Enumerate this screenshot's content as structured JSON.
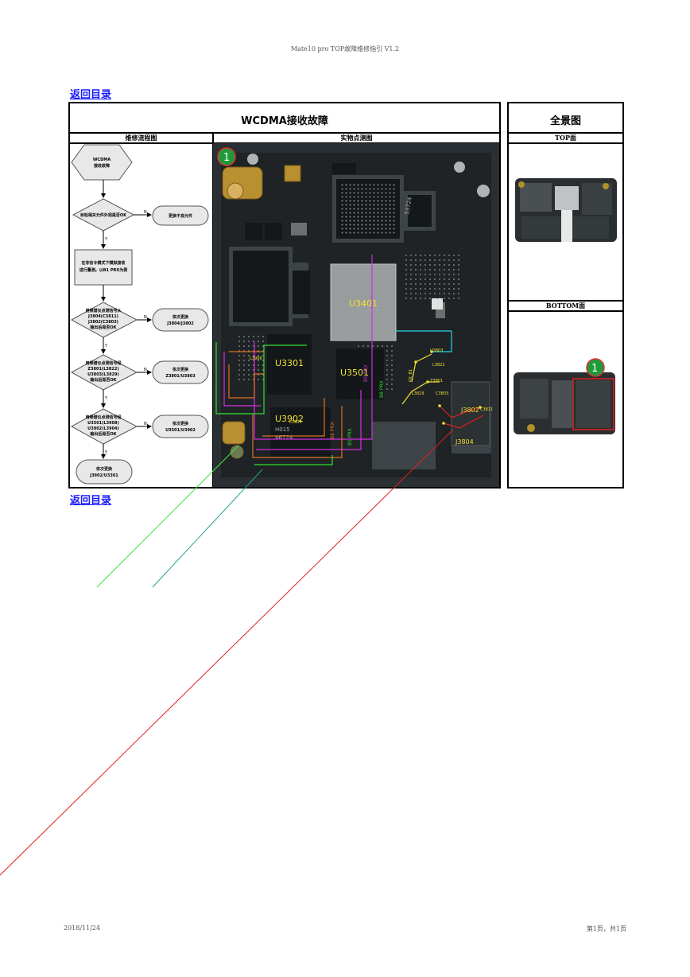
{
  "page_header": "Mate10 pro TOP故障维修指引 V1.2",
  "back_link_top": "返回目录",
  "back_link_bottom": "返回目录",
  "main_title": "WCDMA接收故障",
  "overview_title": "全景图",
  "flow_header": "维修流程图",
  "photo_header": "实物点测图",
  "top_label": "TOP面",
  "bottom_label": "BOTTOM面",
  "flow": {
    "start": [
      "WCDMA",
      "接收故障"
    ],
    "check1": "目检相关元件外观是否OK",
    "replace_bad": "更换不良元件",
    "note": [
      "在非信令模式下模拟接收",
      "进行量测。以B1 PRX为例"
    ],
    "check2": [
      "用频谱仪点测信号从",
      "J3804(C3811)",
      "J3802(C3803)",
      "输出后是否OK"
    ],
    "act2": [
      "依次更换",
      "J3804/J3802"
    ],
    "check3": [
      "用频谱仪点测信号经",
      "Z3801(L3822)",
      "U3803(L3829)",
      "输出后是否OK"
    ],
    "act3": [
      "依次更换",
      "Z3801/U3803"
    ],
    "check4": [
      "用频谱仪点测信号经",
      "U3501(L3908)",
      "U3902(L3904)",
      "输出后是否OK"
    ],
    "act4": [
      "依次更换",
      "U3501/U3902"
    ],
    "end": [
      "依次更换",
      "J3902/U3301"
    ],
    "n_label": "N",
    "y_label": "Y"
  },
  "board_labels": {
    "badge": "1",
    "u3401": "U3401",
    "u3301": "U3301",
    "u3501": "U3501",
    "u3902": "U3902",
    "chip_mark1": "53724",
    "chip_mark2": "H015",
    "chip_mark3": "46724",
    "b1_prx": "B1 PRX",
    "b5_prx": "B5 PRX",
    "b8_prx": "B8 PRX",
    "j3802": "J3802",
    "j3804": "J3804",
    "u3803": "U3803",
    "z3801": "Z3801",
    "l3822": "L3822",
    "l3829": "L3829",
    "c3803": "C3803",
    "c3811": "C3811",
    "l3908": "L3908",
    "l3904": "L3904",
    "rx_label": "RX_B1"
  },
  "footer_date": "2018/11/24",
  "footer_page": "第1页，共1页"
}
